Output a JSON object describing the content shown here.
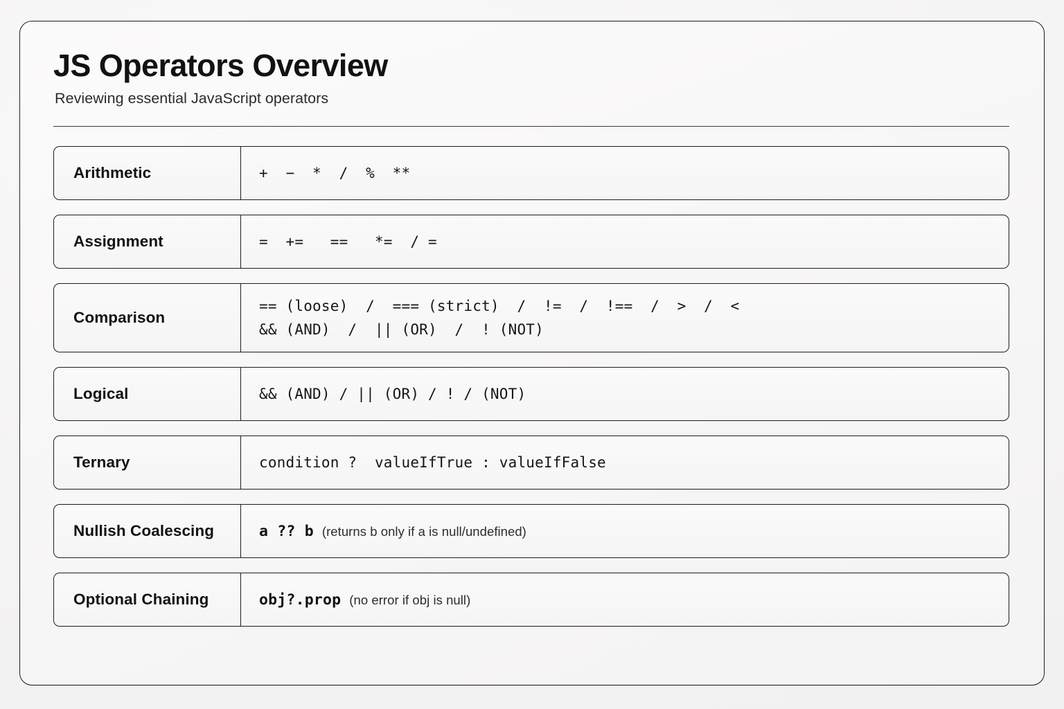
{
  "document": {
    "title": "JS Operators Overview",
    "subtitle": "Reviewing essential JavaScript operators"
  },
  "colors": {
    "page_background": "#f6f5f5",
    "card_background": "#faf9f9",
    "border": "#1d1d1f",
    "text": "#121214",
    "muted_text": "#2c2c2f"
  },
  "table": {
    "rows": [
      {
        "label": "Arithmetic",
        "lines": [
          "+  −  *  /  %  **"
        ],
        "code": null,
        "note": null
      },
      {
        "label": "Assignment",
        "lines": [
          "=  +=   ==   *=  / ="
        ],
        "code": null,
        "note": null
      },
      {
        "label": "Comparison",
        "lines": [
          "== (loose)  /  === (strict)  /  !=  /  !==  /  >  /  <",
          "&& (AND)  /  || (OR)  /  ! (NOT)"
        ],
        "code": null,
        "note": null
      },
      {
        "label": "Logical",
        "lines": [
          "&& (AND) / || (OR) / ! / (NOT)"
        ],
        "code": null,
        "note": null
      },
      {
        "label": "Ternary",
        "lines": [
          "condition ?  valueIfTrue : valueIfFalse"
        ],
        "code": null,
        "note": null
      },
      {
        "label": "Nullish Coalescing",
        "lines": [],
        "code": "a ?? b",
        "note": "(returns b only if a is null/undefined)"
      },
      {
        "label": "Optional Chaining",
        "lines": [],
        "code": "obj?.prop",
        "note": "(no error if obj is null)"
      }
    ]
  }
}
